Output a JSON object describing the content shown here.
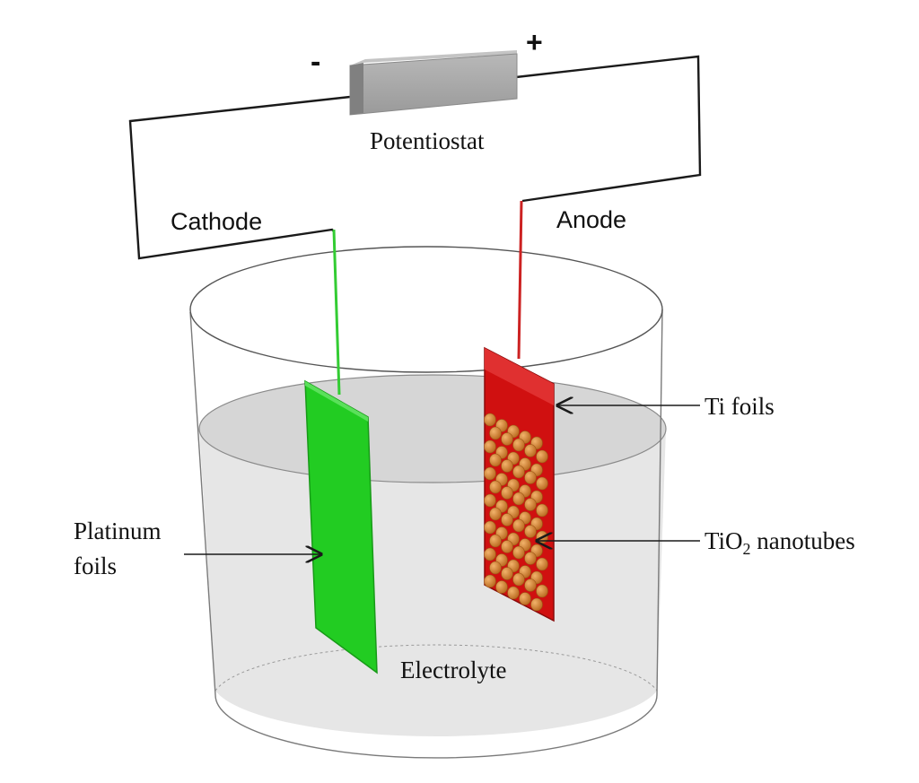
{
  "labels": {
    "minus_sign": "-",
    "plus_sign": "+",
    "potentiostat": "Potentiostat",
    "cathode": "Cathode",
    "anode": "Anode",
    "ti_foils": "Ti foils",
    "tio2_prefix": "TiO",
    "tio2_subscript": "2",
    "tio2_suffix": " nanotubes",
    "platinum_line1": "Platinum",
    "platinum_line2": "foils",
    "electrolyte": "Electrolyte"
  },
  "colors": {
    "wire": "#1a1a1a",
    "cathode_wire": "#33cc33",
    "anode_wire": "#cc2222",
    "platinum_foil": "#22cc22",
    "ti_foil": "#d01010",
    "nanotube": "#d98a3a",
    "potentiostat_box": "#9a9a9a",
    "electrolyte": "#dcdcdc"
  }
}
